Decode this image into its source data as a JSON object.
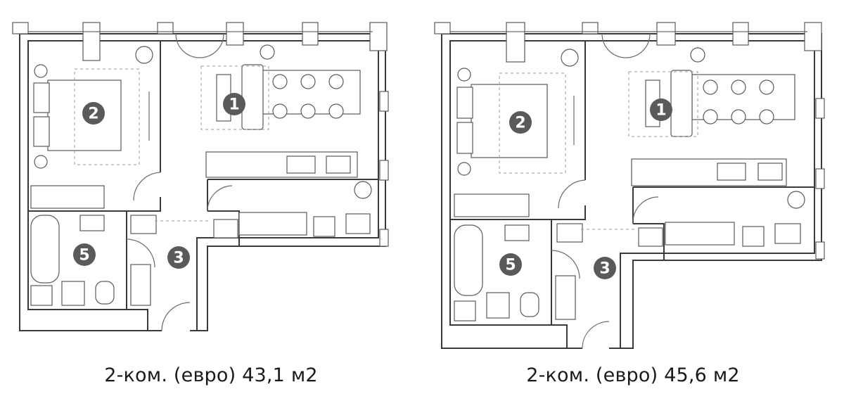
{
  "plans": [
    {
      "caption": "2-ком. (евро) 43,1 м2",
      "rooms": [
        {
          "id": "living",
          "label": "1"
        },
        {
          "id": "bedroom",
          "label": "2"
        },
        {
          "id": "hall",
          "label": "3"
        },
        {
          "id": "bath",
          "label": "5"
        }
      ]
    },
    {
      "caption": "2-ком. (евро) 45,6 м2",
      "rooms": [
        {
          "id": "living",
          "label": "1"
        },
        {
          "id": "bedroom",
          "label": "2"
        },
        {
          "id": "hall",
          "label": "3"
        },
        {
          "id": "bath",
          "label": "5"
        }
      ]
    }
  ],
  "colors": {
    "wall": "#3a3a3a",
    "badge": "#5a5a5a",
    "text": "#1a1a1a"
  }
}
